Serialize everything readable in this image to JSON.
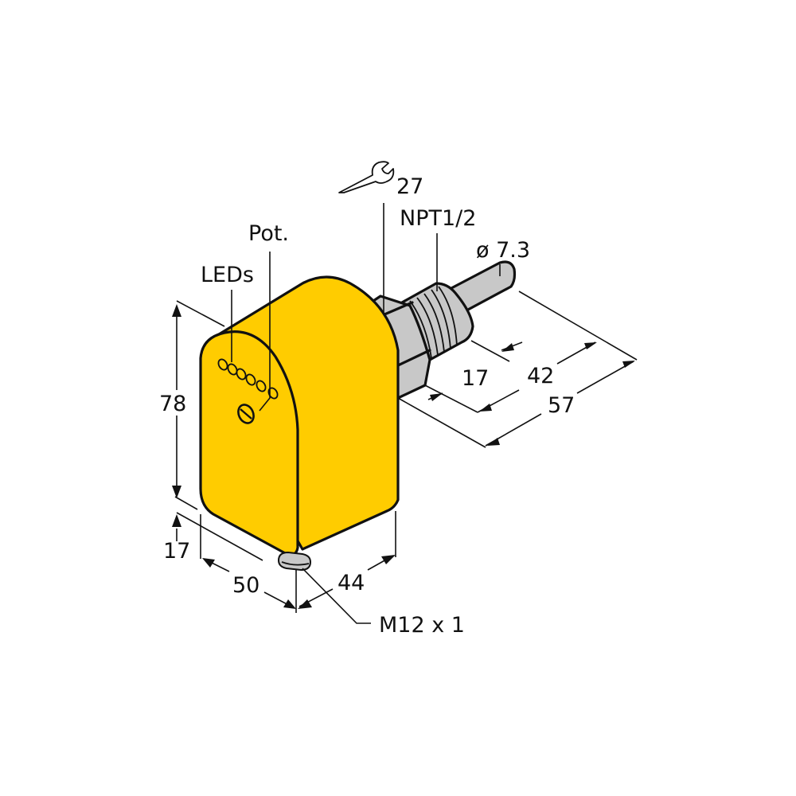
{
  "diagram": {
    "type": "technical dimension drawing",
    "subject": "flow sensor with threaded probe and M12 connector",
    "colors": {
      "housing": "#FFCC00",
      "metal": "#C8C8C8",
      "outline": "#111111",
      "background": "#FFFFFF"
    },
    "labels": {
      "wrench_size": "27",
      "thread": "NPT1/2",
      "probe_diameter": "ø 7.3",
      "leds": "LEDs",
      "pot": "Pot.",
      "connector": "M12 x 1"
    },
    "dimensions": {
      "height": "78",
      "bottom_offset": "17",
      "width": "50",
      "depth": "44",
      "thread_length": "17",
      "probe_length": "42",
      "total_length": "57"
    },
    "icons": {
      "wrench": "wrench-icon"
    },
    "led_count": 6
  }
}
